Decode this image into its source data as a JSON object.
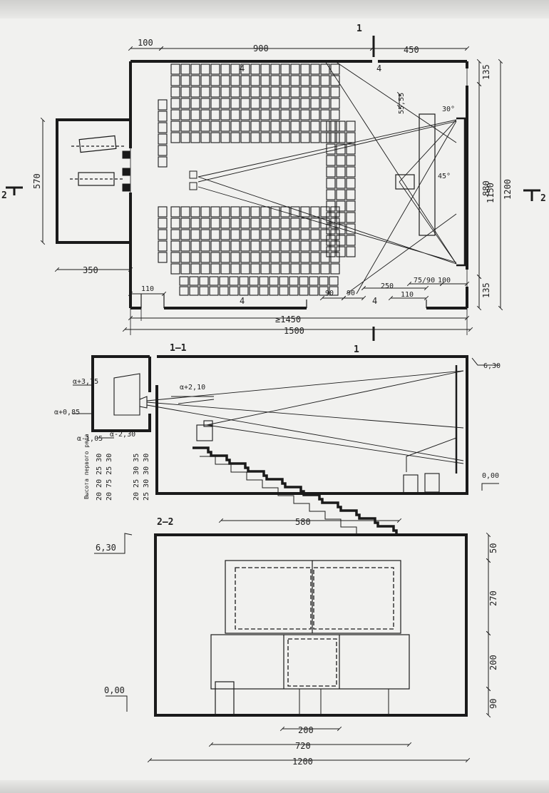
{
  "section_marks": {
    "one": "1",
    "two": "2"
  },
  "plan": {
    "dims": {
      "d100": "100",
      "d900": "900",
      "d450": "450",
      "d135_top": "135",
      "d880": "880",
      "d1150": "1150",
      "d1200": "1200",
      "d570": "570",
      "d350": "350",
      "d110_left": "110",
      "d90a": "90",
      "d90b": "90",
      "d250": "250",
      "d110_right": "110",
      "d75_90": "75/90",
      "d100b": "100",
      "d135_bottom": "135",
      "d1450": "≥1450",
      "d1500": "1500",
      "d55": "55,55",
      "a30": "30°",
      "a45": "45°"
    },
    "stair_mark": "4"
  },
  "section_1_1": {
    "title": "1—1",
    "levels": {
      "l375": "α+3,75",
      "l085": "α+0,85",
      "l210": "α+2,10",
      "l105": "α-1,05",
      "l230": "α-2,30",
      "l630": "6,30",
      "l000": "0,00"
    },
    "row_label": "Высота первого ряда",
    "row_heights_a": "20 20 25 30",
    "row_heights_b": "20 75 25 30",
    "row_heights_c": "20 25 30 35",
    "row_heights_d": "25 30 30 30"
  },
  "section_2_2": {
    "title": "2—2",
    "levels": {
      "l630": "6,30",
      "l000": "0,00"
    },
    "dims": {
      "d580": "580",
      "d50": "50",
      "d270": "270",
      "d200v": "200",
      "d90": "90",
      "d200": "200",
      "d720": "720",
      "d1200": "1200"
    }
  }
}
